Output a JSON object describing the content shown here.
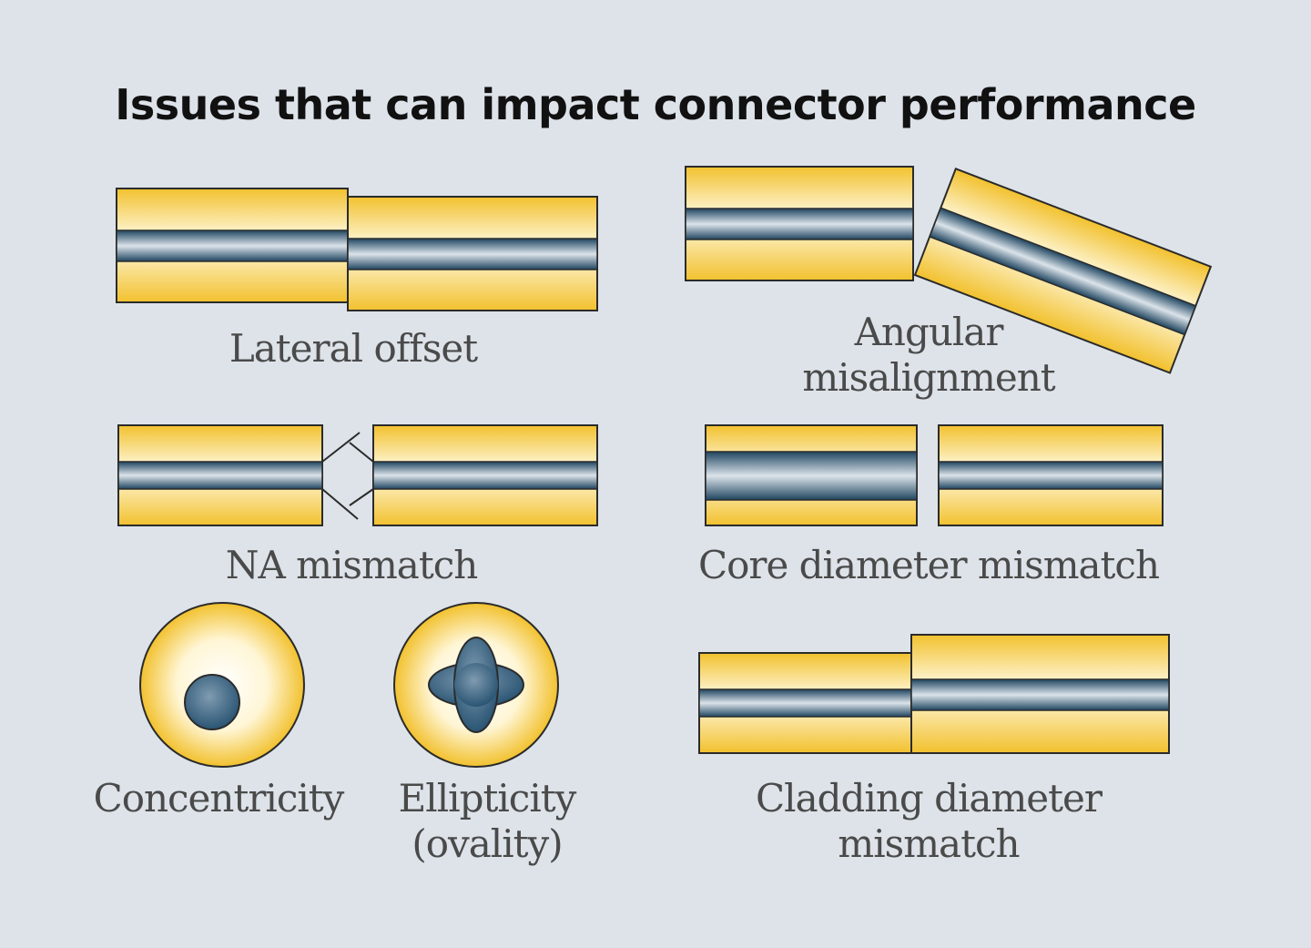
{
  "title": "Issues that can impact connector performance",
  "labels": {
    "lateral_offset": "Lateral offset",
    "angular_line1": "Angular",
    "angular_line2": "misalignment",
    "na_mismatch": "NA mismatch",
    "core_diameter_mismatch": "Core diameter mismatch",
    "concentricity": "Concentricity",
    "ellipticity_line1": "Ellipticity",
    "ellipticity_line2": "(ovality)",
    "cladding_line1": "Cladding diameter",
    "cladding_line2": "mismatch"
  },
  "colors": {
    "background": "#dde3e9",
    "cladding": "#f2c12e",
    "cladding_light": "#fffbe6",
    "core_dark": "#1f4560",
    "core_light": "#c9d4de",
    "outline": "#2b2b2b"
  }
}
